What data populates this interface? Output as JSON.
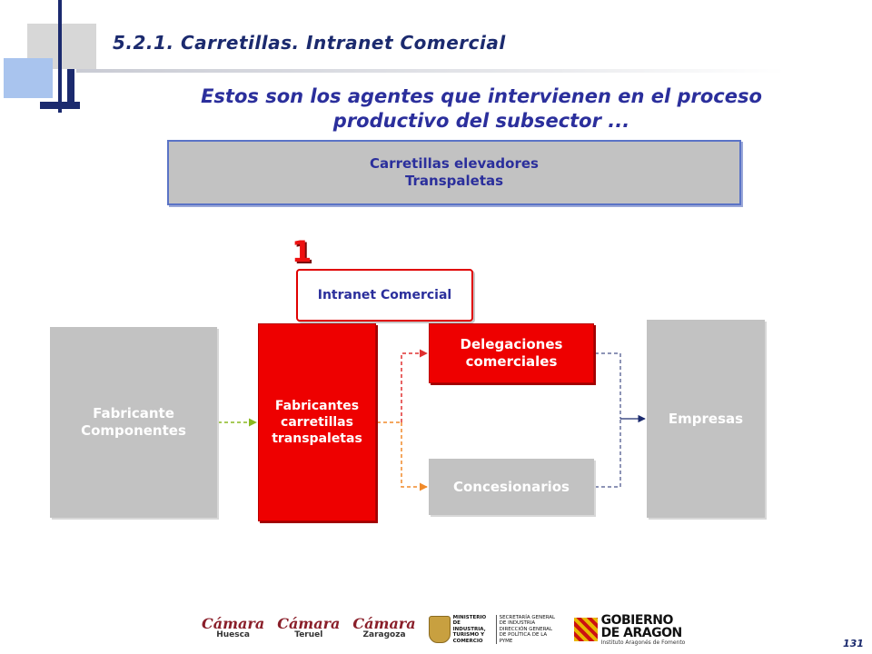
{
  "header": {
    "section_title": "5.2.1. Carretillas. Intranet Comercial",
    "headline_line1": "Estos son los agentes que intervienen en el proceso",
    "headline_line2": "productivo del subsector ..."
  },
  "diagram": {
    "top_box": {
      "line1": "Carretillas elevadores",
      "line2": "Transpaletas"
    },
    "step_number": "1",
    "intranet_label": "Intranet Comercial",
    "nodes": {
      "fabricante_componentes": {
        "line1": "Fabricante",
        "line2": "Componentes"
      },
      "fabricantes_carretillas": {
        "line1": "Fabricantes",
        "line2": "carretillas",
        "line3": "transpaletas"
      },
      "delegaciones": {
        "line1": "Delegaciones",
        "line2": "comerciales"
      },
      "concesionarios": "Concesionarios",
      "empresas": "Empresas"
    },
    "colors": {
      "red": "#ee0000",
      "gray": "#c2c2c2",
      "navy": "#1b2a6e",
      "connector_green": "#8ab820",
      "connector_orange": "#f08a2a",
      "connector_red": "#e03030",
      "connector_navy": "#1b2a6e"
    }
  },
  "footer": {
    "logos": [
      {
        "word": "Cámara",
        "city": "Huesca"
      },
      {
        "word": "Cámara",
        "city": "Teruel"
      },
      {
        "word": "Cámara",
        "city": "Zaragoza"
      }
    ],
    "ministerio_left": "MINISTERIO DE INDUSTRIA, TURISMO Y COMERCIO",
    "ministerio_right": "SECRETARÍA GENERAL DE INDUSTRIA DIRECCIÓN GENERAL DE POLÍTICA DE LA PYME",
    "gobierno_line1": "GOBIERNO",
    "gobierno_line2": "DE ARAGON",
    "gobierno_sub": "Instituto Aragonés de Fomento",
    "page_number": "131"
  }
}
